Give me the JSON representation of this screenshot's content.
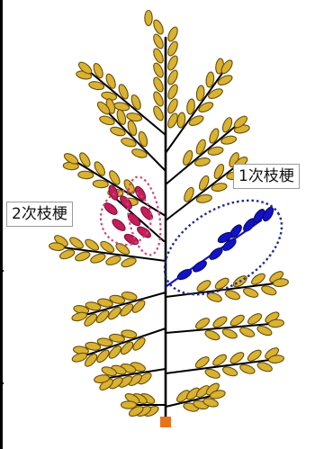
{
  "labels": {
    "secondary_branch": "2次枝梗",
    "primary_branch": "1次枝梗"
  },
  "colors": {
    "stem": "#000000",
    "spikelet_fill": "#d8b233",
    "spikelet_stroke": "#6b4c00",
    "secondary_highlight": "#c41e5c",
    "secondary_outline": "#d0457a",
    "primary_highlight": "#1212c8",
    "primary_outline": "#1f2a8a",
    "node_marker": "#e8741a"
  },
  "icons": {
    "node_marker": "orange-square-node"
  }
}
